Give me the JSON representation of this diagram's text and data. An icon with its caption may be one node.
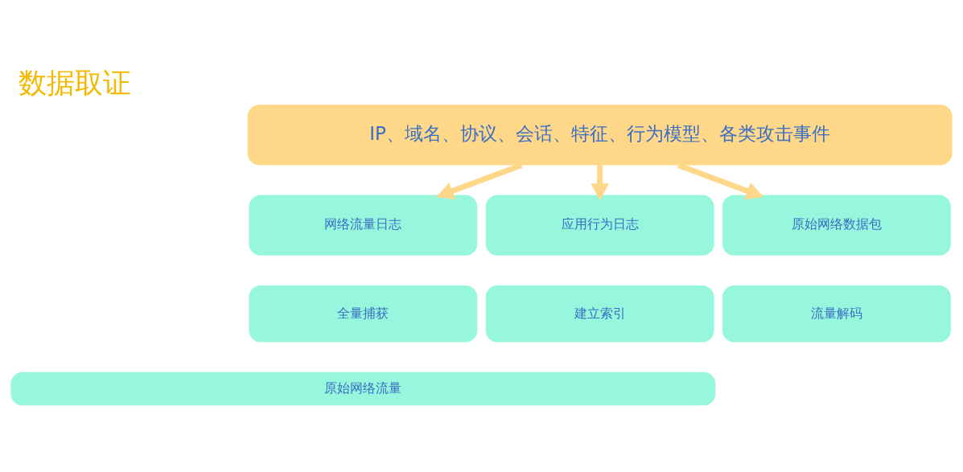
{
  "diagram": {
    "title": "数据取证",
    "nodes": [
      {
        "text": [
          "IP、域名、协议、会话、特征、行为模型、各类攻击事件"
        ]
      },
      {
        "text": [
          "网络流量日志"
        ]
      },
      {
        "text": [
          "应用行为日志"
        ]
      },
      {
        "text": [
          "原始网络数据包"
        ]
      },
      {
        "text": [
          "全量捕获"
        ]
      },
      {
        "text": [
          "建立索引"
        ]
      },
      {
        "text": [
          "流量解码"
        ]
      },
      {
        "text": [
          "原始网络流量"
        ]
      }
    ],
    "edges": [
      {
        "from": 0,
        "to": 1,
        "arrow": "to"
      },
      {
        "from": 0,
        "to": 2,
        "arrow": "to"
      },
      {
        "from": 0,
        "to": 3,
        "arrow": "to"
      }
    ]
  }
}
